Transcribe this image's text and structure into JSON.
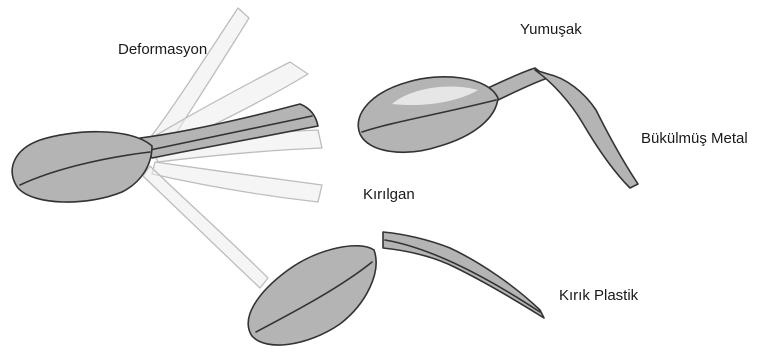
{
  "labels": {
    "deformation": "Deformasyon",
    "soft": "Yumuşak",
    "bent_metal": "Bükülmüş Metal",
    "brittle": "Kırılgan",
    "broken_plastic": "Kırık Plastik"
  },
  "colors": {
    "spoon_fill": "#b4b4b4",
    "spoon_outline": "#333333",
    "ghost_outline": "#bdbdbd",
    "ghost_fill": "#ececec",
    "highlight": "#e6e6e6"
  }
}
